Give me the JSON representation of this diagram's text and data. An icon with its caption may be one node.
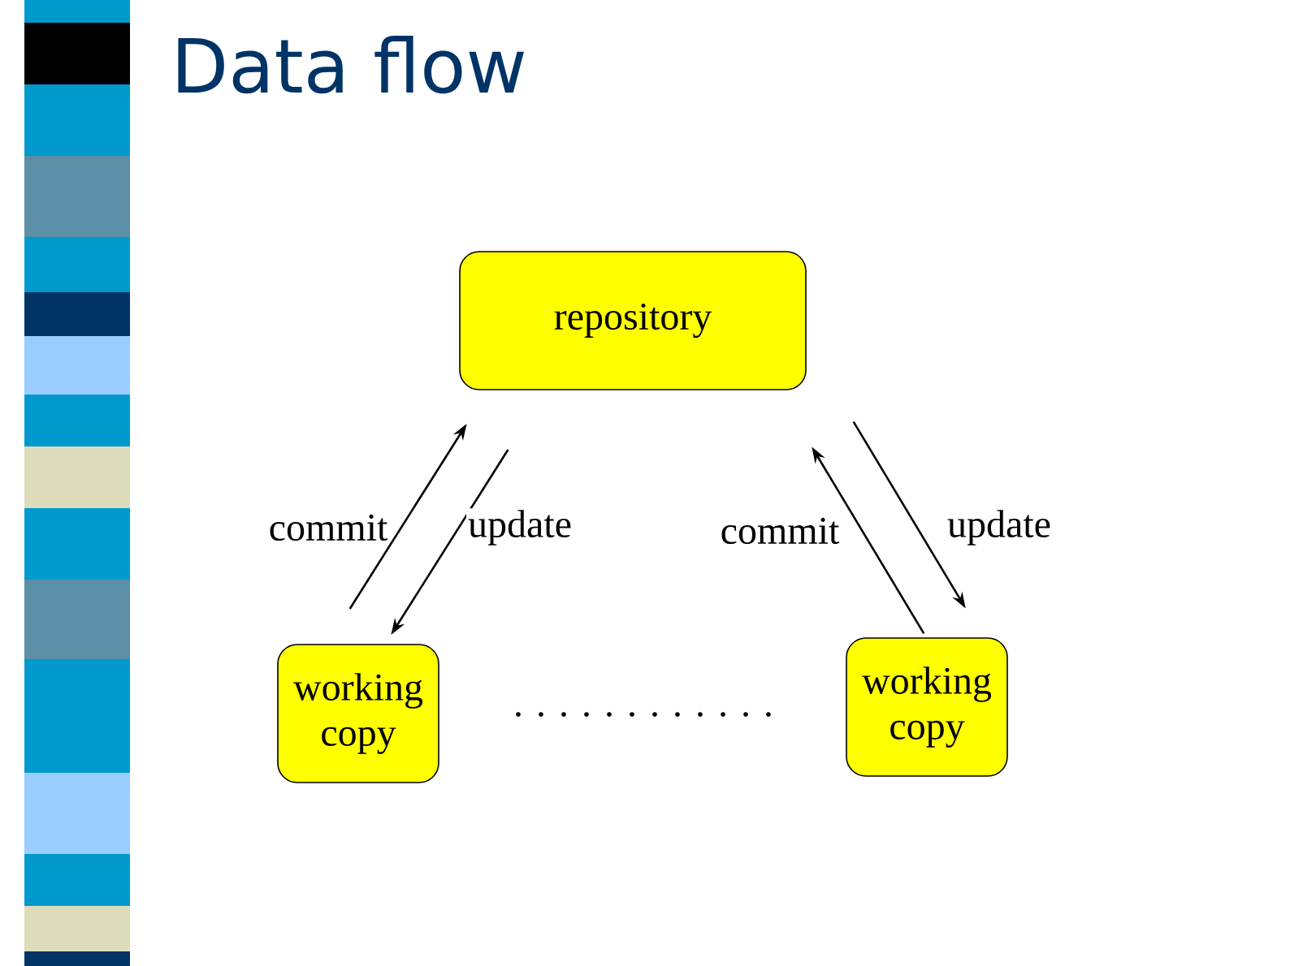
{
  "diagram": {
    "title": "Data flow",
    "nodes": [
      {
        "text": [
          "repository"
        ]
      },
      {
        "text": [
          "working copy"
        ]
      },
      {
        "text": [
          "working copy"
        ]
      }
    ],
    "edges": [
      {
        "from": 1,
        "to": 0,
        "arrow": "to",
        "label": "commit"
      },
      {
        "from": 0,
        "to": 1,
        "arrow": "to",
        "label": "update"
      },
      {
        "from": 2,
        "to": 0,
        "arrow": "to",
        "label": "commit"
      },
      {
        "from": 0,
        "to": 2,
        "arrow": "to",
        "label": "update"
      }
    ],
    "labels": [
      ". . . . . . . . . . . ."
    ]
  }
}
